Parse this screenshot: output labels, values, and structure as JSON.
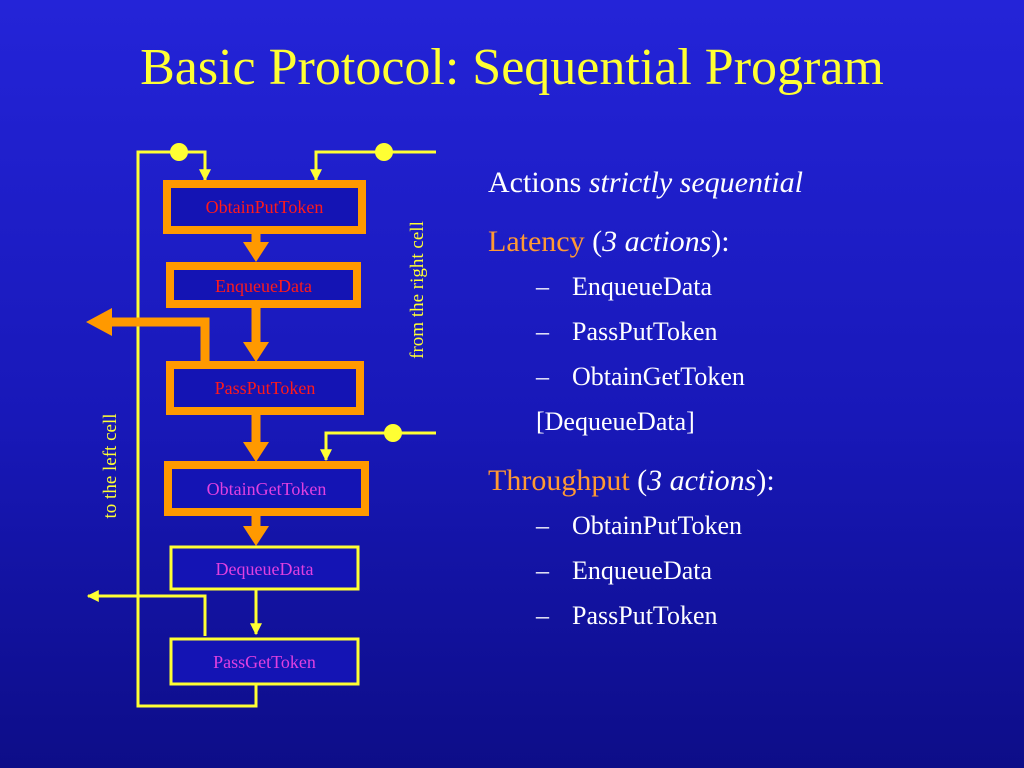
{
  "title": "Basic Protocol: Sequential Program",
  "colors": {
    "background": "#1a1ac8",
    "title": "#ffff33",
    "flow": "#ff9900",
    "signal": "#ffff33",
    "critical_text": "#ff1a1a",
    "other_text": "#e040e0",
    "highlight": "#ff9933",
    "body_text": "#ffffff"
  },
  "diagram": {
    "boxes": {
      "obtain_put_token": "ObtainPutToken",
      "enqueue_data": "EnqueueData",
      "pass_put_token": "PassPutToken",
      "obtain_get_token": "ObtainGetToken",
      "dequeue_data": "DequeueData",
      "pass_get_token": "PassGetToken"
    },
    "labels": {
      "from_right": "from the right cell",
      "to_left": "to the left cell"
    }
  },
  "notes": {
    "actions": {
      "prefix": "Actions ",
      "emphasis": "strictly sequential"
    },
    "latency": {
      "label": "Latency",
      "open": " (",
      "count": "3 actions",
      "close": "):",
      "items": [
        "EnqueueData",
        "PassPutToken",
        "ObtainGetToken"
      ],
      "extra": "[DequeueData]"
    },
    "throughput": {
      "label": "Throughput",
      "open": " (",
      "count": "3 actions",
      "close": "):",
      "items": [
        "ObtainPutToken",
        "EnqueueData",
        "PassPutToken"
      ]
    },
    "dash": "–"
  }
}
